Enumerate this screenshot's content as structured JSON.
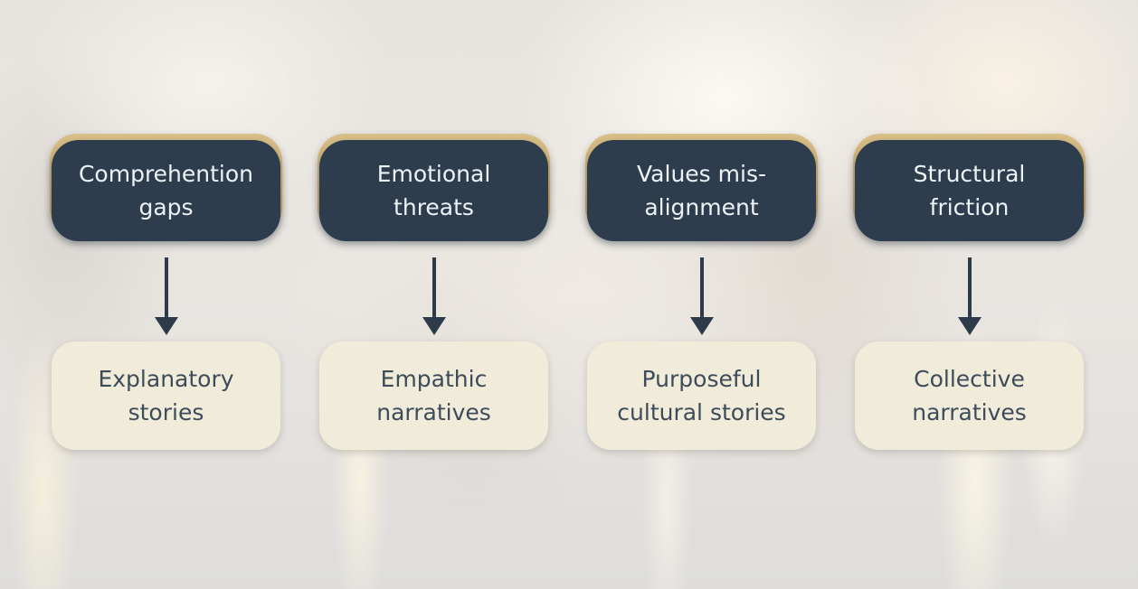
{
  "diagram": {
    "type": "flow-mapping",
    "colors": {
      "problem_box_bg": "#2d3d4d",
      "problem_box_border_gold": "#caa969",
      "problem_text": "#edf2f5",
      "solution_box_bg": "#f1ebda",
      "solution_text": "#3d4c5a",
      "arrow": "#2c3a49",
      "background_base": "#e7e3df"
    },
    "columns": [
      {
        "problem": {
          "label": "Comprehention gaps",
          "lines": [
            "Comprehention",
            "gaps"
          ]
        },
        "connector": "down-arrow",
        "solution": {
          "label": "Explanatory stories",
          "lines": [
            "Explanatory",
            "stories"
          ]
        }
      },
      {
        "problem": {
          "label": "Emotional threats",
          "lines": [
            "Emotional",
            "threats"
          ]
        },
        "connector": "down-arrow",
        "solution": {
          "label": "Empathic narratives",
          "lines": [
            "Empathic",
            "narratives"
          ]
        }
      },
      {
        "problem": {
          "label": "Values mis-alignment",
          "lines": [
            "Values mis-",
            "alignment"
          ]
        },
        "connector": "down-arrow",
        "solution": {
          "label": "Purposeful cultural stories",
          "lines": [
            "Purposeful",
            "cultural stories"
          ]
        }
      },
      {
        "problem": {
          "label": "Structural friction",
          "lines": [
            "Structural",
            "friction"
          ]
        },
        "connector": "down-arrow",
        "solution": {
          "label": "Collective narratives",
          "lines": [
            "Collective",
            "narratives"
          ]
        }
      }
    ]
  }
}
